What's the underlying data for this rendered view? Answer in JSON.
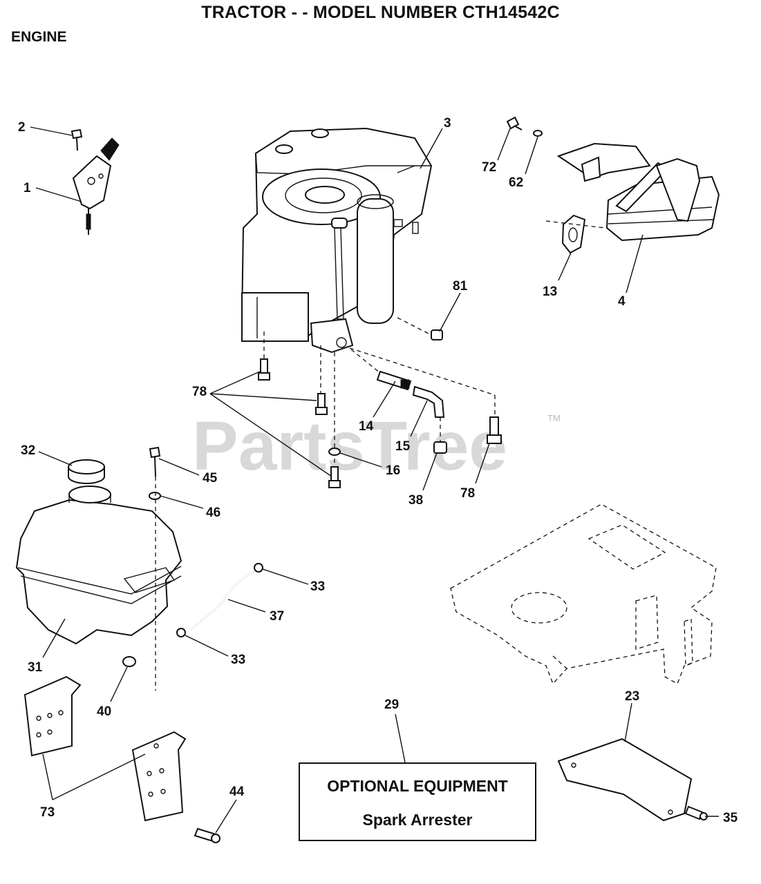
{
  "header": {
    "title": "TRACTOR - - MODEL NUMBER CTH14542C",
    "section": "ENGINE"
  },
  "watermark": {
    "text": "PartsTree",
    "trademark": "TM"
  },
  "optional_box": {
    "line1": "OPTIONAL EQUIPMENT",
    "line2": "Spark Arrester"
  },
  "callouts": {
    "c1": "1",
    "c2": "2",
    "c3": "3",
    "c4": "4",
    "c13": "13",
    "c14": "14",
    "c15": "15",
    "c16": "16",
    "c23": "23",
    "c29": "29",
    "c31": "31",
    "c32": "32",
    "c33a": "33",
    "c33b": "33",
    "c35": "35",
    "c37": "37",
    "c38": "38",
    "c40": "40",
    "c44": "44",
    "c45": "45",
    "c46": "46",
    "c62": "62",
    "c72": "72",
    "c73": "73",
    "c78a": "78",
    "c78b": "78",
    "c81": "81"
  }
}
